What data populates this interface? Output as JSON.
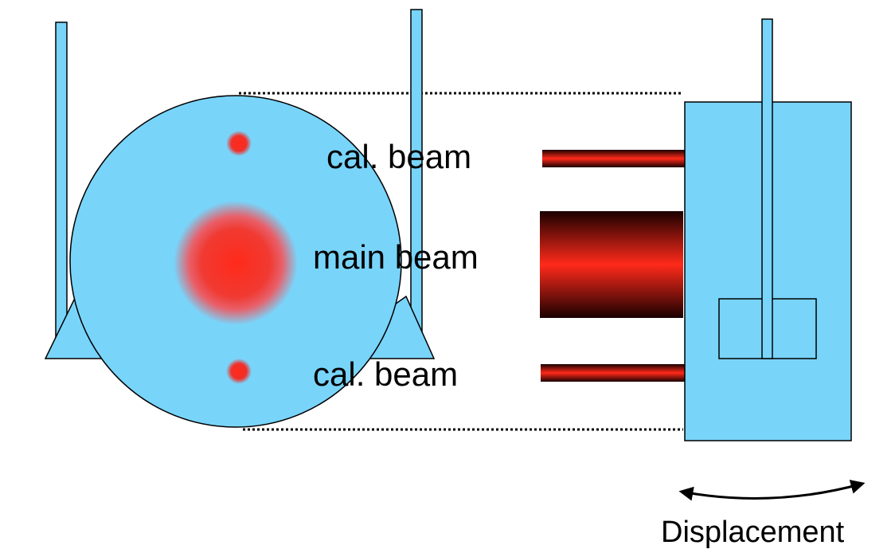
{
  "labels": {
    "cal_beam_top": "cal. beam",
    "main_beam": "main beam",
    "cal_beam_bottom": "cal. beam",
    "displacement": "Displacement"
  },
  "colors": {
    "mirror_fill": "#79D4FA",
    "beam_red": "#FF2A1A",
    "beam_dark": "#1A0000",
    "outline": "#000000"
  }
}
